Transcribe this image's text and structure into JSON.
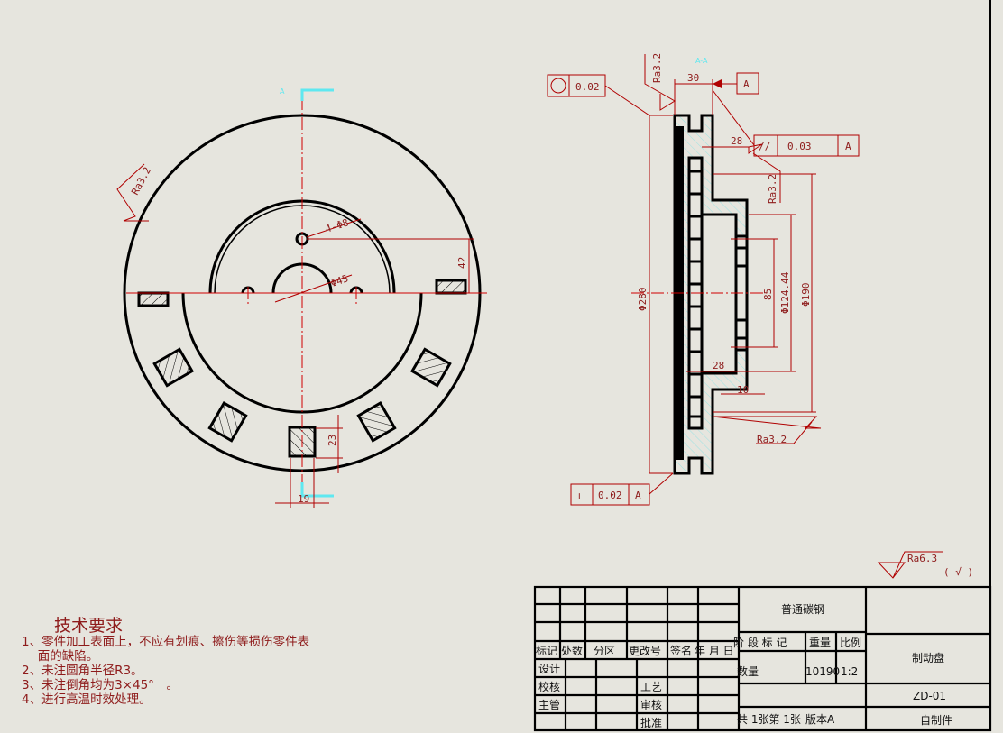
{
  "front_view": {
    "section_label": "A",
    "roughness": "Ra3.2",
    "holes_dim": "4-Φ8",
    "hub_dim": "Φ45",
    "hole_offset_dim": "42",
    "slot_height_dim": "23",
    "slot_width_dim": "19"
  },
  "section_view": {
    "title": "A-A",
    "roughness_top": "Ra3.2",
    "roughness_mid": "Ra3.2",
    "roughness_bottom": "Ra3.2",
    "width_dim": "30",
    "hub_depth_top_dim": "28",
    "hub_depth_bottom_dim": "28",
    "flange_dim": "10",
    "dia_outer": "Φ280",
    "dia_190": "Φ190",
    "dia_124": "Φ124.44",
    "dia_85": "85",
    "circularity": {
      "symbol": "○",
      "value": "0.02"
    },
    "datum": "A",
    "parallelism": {
      "symbol": "//",
      "value": "0.03",
      "datum": "A"
    },
    "perpendicularity": {
      "symbol": "⊥",
      "value": "0.02",
      "datum": "A"
    }
  },
  "default_roughness": {
    "value": "Ra6.3",
    "mark": "( √ )"
  },
  "tech_requirements": {
    "title": "技术要求",
    "items": [
      "1、零件加工表面上，不应有划痕、擦伤等损伤零件表",
      "　 面的缺陷。",
      "2、未注圆角半径R3。",
      "3、未注倒角均为3×45°　。",
      "4、进行高温时效处理。"
    ]
  },
  "title_block": {
    "material": "普通碳钢",
    "part_name": "制动盘",
    "drawing_no": "ZD-01",
    "source": "自制件",
    "headers": [
      "标记",
      "处数",
      "分区",
      "更改号",
      "签名",
      "年 月 日"
    ],
    "design": "设计",
    "check": "校核",
    "supervisor": "主管",
    "process": "工艺",
    "review": "审核",
    "approve": "批准",
    "stage_mark": "阶 段 标 记",
    "weight_label": "重量",
    "scale_label": "比例",
    "quantity_label": "数量",
    "weight": "10190",
    "scale": "1:2",
    "sheets": "共 1张第 1张",
    "version": "版本A"
  }
}
